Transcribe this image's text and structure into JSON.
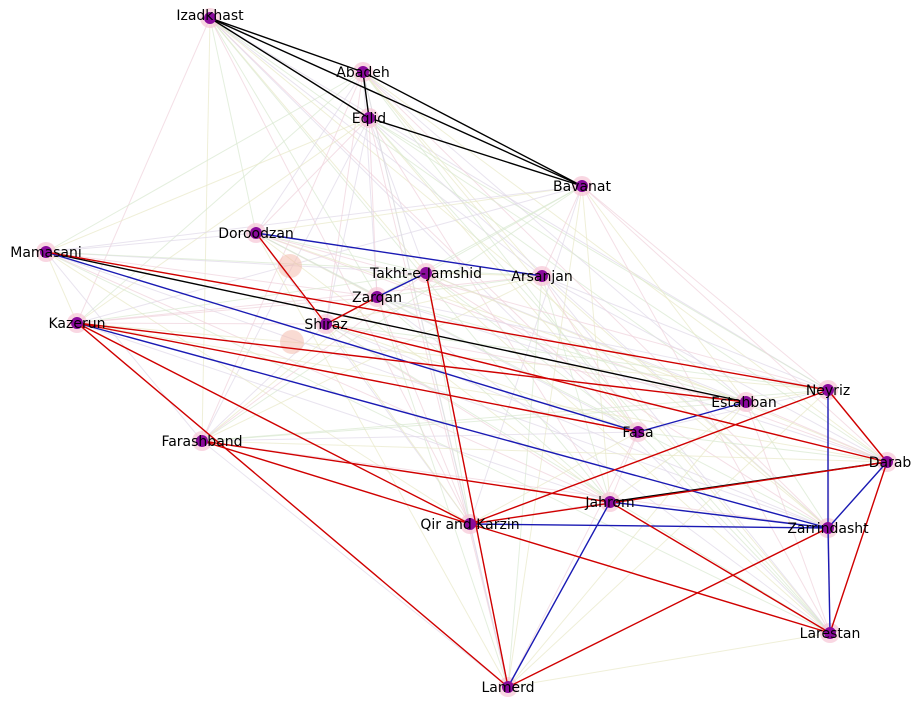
{
  "colors": {
    "background": "#ffffff",
    "node_fill": "#8a0a9b",
    "node_halo": "#f6c6d6",
    "edge_black": "#000000",
    "edge_red": "#d00000",
    "edge_blue": "#1a1ab4",
    "faint_edges": [
      "#d9e8d0",
      "#f0d2dc",
      "#e8e8c8",
      "#e0d8e8"
    ]
  },
  "nodes": [
    {
      "id": "izadkhast",
      "label": "Izadkhast"
    },
    {
      "id": "abadeh",
      "label": "Abadeh"
    },
    {
      "id": "eqlid",
      "label": "Eqlid"
    },
    {
      "id": "bavanat",
      "label": "Bavanat"
    },
    {
      "id": "dorood",
      "label": "Doroodzan"
    },
    {
      "id": "mamasani",
      "label": "Mamasani"
    },
    {
      "id": "takht",
      "label": "Takht-e-Jamshid"
    },
    {
      "id": "arsanjan",
      "label": "Arsanjan"
    },
    {
      "id": "zarqan",
      "label": "Zarqan"
    },
    {
      "id": "kazerun",
      "label": "Kazerun"
    },
    {
      "id": "shiraz",
      "label": "Shiraz"
    },
    {
      "id": "neyriz",
      "label": "Neyriz"
    },
    {
      "id": "estahban",
      "label": "Estahban"
    },
    {
      "id": "fasa",
      "label": "Fasa"
    },
    {
      "id": "farashband",
      "label": "Farashband"
    },
    {
      "id": "darab",
      "label": "Darab"
    },
    {
      "id": "jahrom",
      "label": "Jahrom"
    },
    {
      "id": "qir",
      "label": "Qir and Karzin"
    },
    {
      "id": "zarrindasht",
      "label": "Zarrindasht"
    },
    {
      "id": "larestan",
      "label": "Larestan"
    },
    {
      "id": "lamerd",
      "label": "Lamerd"
    }
  ],
  "edges": [
    {
      "source": "izadkhast",
      "target": "abadeh",
      "color": "black"
    },
    {
      "source": "izadkhast",
      "target": "eqlid",
      "color": "black"
    },
    {
      "source": "izadkhast",
      "target": "bavanat",
      "color": "black"
    },
    {
      "source": "abadeh",
      "target": "eqlid",
      "color": "black"
    },
    {
      "source": "abadeh",
      "target": "bavanat",
      "color": "black"
    },
    {
      "source": "eqlid",
      "target": "bavanat",
      "color": "black"
    },
    {
      "source": "mamasani",
      "target": "estahban",
      "color": "black"
    },
    {
      "source": "jahrom",
      "target": "darab",
      "color": "black"
    },
    {
      "source": "dorood",
      "target": "arsanjan",
      "color": "blue"
    },
    {
      "source": "takht",
      "target": "zarqan",
      "color": "blue"
    },
    {
      "source": "mamasani",
      "target": "fasa",
      "color": "blue"
    },
    {
      "source": "kazerun",
      "target": "zarrindasht",
      "color": "blue"
    },
    {
      "source": "fasa",
      "target": "estahban",
      "color": "blue"
    },
    {
      "source": "neyriz",
      "target": "zarrindasht",
      "color": "blue"
    },
    {
      "source": "darab",
      "target": "zarrindasht",
      "color": "blue"
    },
    {
      "source": "jahrom",
      "target": "zarrindasht",
      "color": "blue"
    },
    {
      "source": "qir",
      "target": "zarrindasht",
      "color": "blue"
    },
    {
      "source": "jahrom",
      "target": "lamerd",
      "color": "blue"
    },
    {
      "source": "zarrindasht",
      "target": "larestan",
      "color": "blue"
    },
    {
      "source": "dorood",
      "target": "shiraz",
      "color": "red"
    },
    {
      "source": "zarqan",
      "target": "shiraz",
      "color": "red"
    },
    {
      "source": "takht",
      "target": "lamerd",
      "color": "red"
    },
    {
      "source": "mamasani",
      "target": "neyriz",
      "color": "red"
    },
    {
      "source": "kazerun",
      "target": "estahban",
      "color": "red"
    },
    {
      "source": "kazerun",
      "target": "fasa",
      "color": "red"
    },
    {
      "source": "kazerun",
      "target": "qir",
      "color": "red"
    },
    {
      "source": "kazerun",
      "target": "lamerd",
      "color": "red"
    },
    {
      "source": "shiraz",
      "target": "darab",
      "color": "red"
    },
    {
      "source": "farashband",
      "target": "jahrom",
      "color": "red"
    },
    {
      "source": "farashband",
      "target": "qir",
      "color": "red"
    },
    {
      "source": "qir",
      "target": "neyriz",
      "color": "red"
    },
    {
      "source": "qir",
      "target": "darab",
      "color": "red"
    },
    {
      "source": "qir",
      "target": "larestan",
      "color": "red"
    },
    {
      "source": "neyriz",
      "target": "darab",
      "color": "red"
    },
    {
      "source": "darab",
      "target": "larestan",
      "color": "red"
    },
    {
      "source": "zarrindasht",
      "target": "lamerd",
      "color": "red"
    },
    {
      "source": "jahrom",
      "target": "larestan",
      "color": "red"
    }
  ]
}
